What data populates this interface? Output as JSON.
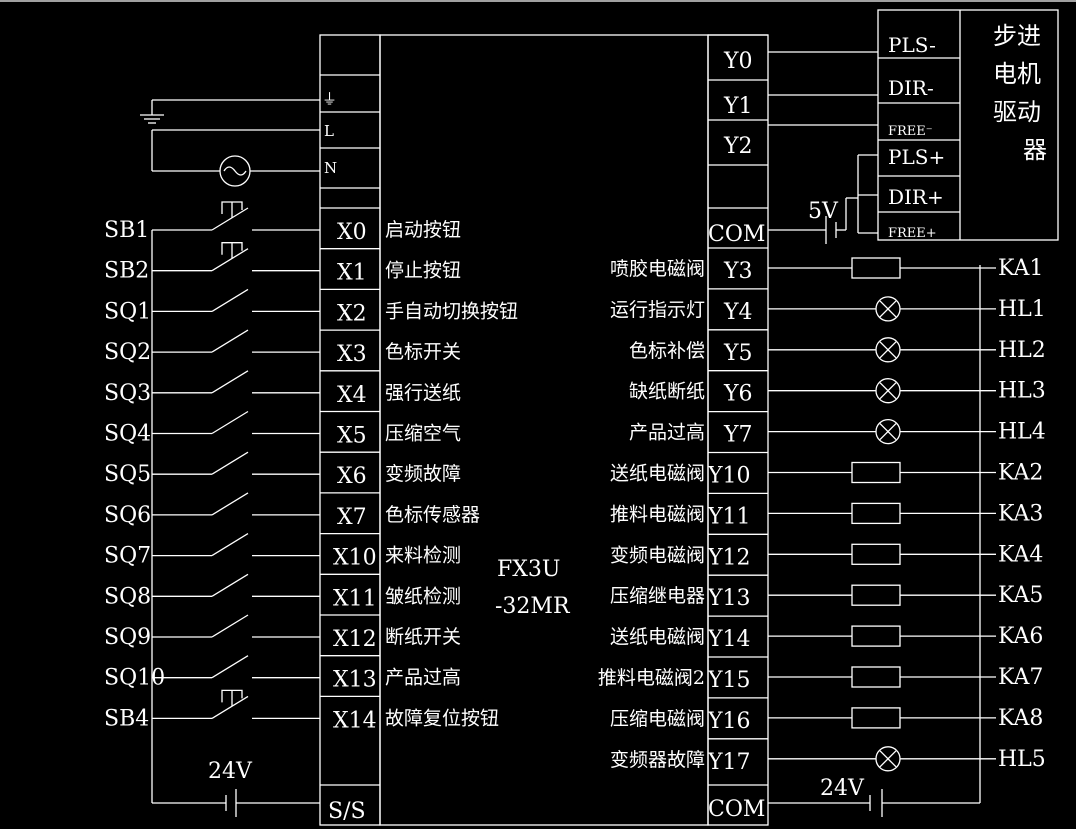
{
  "plc": {
    "model_line1": "FX3U",
    "model_line2": "-32MR"
  },
  "power": {
    "terminals": [
      "⏚",
      "L",
      "N"
    ],
    "supply_label": "24V",
    "ss_label": "S/S"
  },
  "inputs": [
    {
      "device": "SB1",
      "terminal": "X0",
      "desc": "启动按钮"
    },
    {
      "device": "SB2",
      "terminal": "X1",
      "desc": "停止按钮"
    },
    {
      "device": "SQ1",
      "terminal": "X2",
      "desc": "手自动切换按钮"
    },
    {
      "device": "SQ2",
      "terminal": "X3",
      "desc": "色标开关"
    },
    {
      "device": "SQ3",
      "terminal": "X4",
      "desc": "强行送纸"
    },
    {
      "device": "SQ4",
      "terminal": "X5",
      "desc": "压缩空气"
    },
    {
      "device": "SQ5",
      "terminal": "X6",
      "desc": "变频故障"
    },
    {
      "device": "SQ6",
      "terminal": "X7",
      "desc": "色标传感器"
    },
    {
      "device": "SQ7",
      "terminal": "X10",
      "desc": "来料检测"
    },
    {
      "device": "SQ8",
      "terminal": "X11",
      "desc": "皱纸检测"
    },
    {
      "device": "SQ9",
      "terminal": "X12",
      "desc": "断纸开关"
    },
    {
      "device": "SQ10",
      "terminal": "X13",
      "desc": "产品过高"
    },
    {
      "device": "SB4",
      "terminal": "X14",
      "desc": "故障复位按钮"
    }
  ],
  "driver": {
    "title_lines": [
      "步进",
      "电机",
      "驱动",
      "器"
    ],
    "pins": [
      "PLS-",
      "DIR-",
      "FREE⁻",
      "PLS+",
      "DIR+",
      "FREE+"
    ],
    "voltage": "5V"
  },
  "driver_outputs": [
    "Y0",
    "Y1",
    "Y2"
  ],
  "com_label": "COM",
  "outputs": [
    {
      "terminal": "Y3",
      "desc": "喷胶电磁阀",
      "load": "KA1",
      "type": "relay"
    },
    {
      "terminal": "Y4",
      "desc": "运行指示灯",
      "load": "HL1",
      "type": "lamp"
    },
    {
      "terminal": "Y5",
      "desc": "色标补偿",
      "load": "HL2",
      "type": "lamp"
    },
    {
      "terminal": "Y6",
      "desc": "缺纸断纸",
      "load": "HL3",
      "type": "lamp"
    },
    {
      "terminal": "Y7",
      "desc": "产品过高",
      "load": "HL4",
      "type": "lamp"
    },
    {
      "terminal": "Y10",
      "desc": "送纸电磁阀",
      "load": "KA2",
      "type": "relay"
    },
    {
      "terminal": "Y11",
      "desc": "推料电磁阀",
      "load": "KA3",
      "type": "relay"
    },
    {
      "terminal": "Y12",
      "desc": "变频电磁阀",
      "load": "KA4",
      "type": "relay"
    },
    {
      "terminal": "Y13",
      "desc": "压缩继电器",
      "load": "KA5",
      "type": "relay"
    },
    {
      "terminal": "Y14",
      "desc": "送纸电磁阀",
      "load": "KA6",
      "type": "relay"
    },
    {
      "terminal": "Y15",
      "desc": "推料电磁阀2",
      "load": "KA7",
      "type": "relay"
    },
    {
      "terminal": "Y16",
      "desc": "压缩电磁阀",
      "load": "KA8",
      "type": "relay"
    },
    {
      "terminal": "Y17",
      "desc": "变频器故障",
      "load": "HL5",
      "type": "lamp"
    }
  ],
  "output_supply_label": "24V"
}
